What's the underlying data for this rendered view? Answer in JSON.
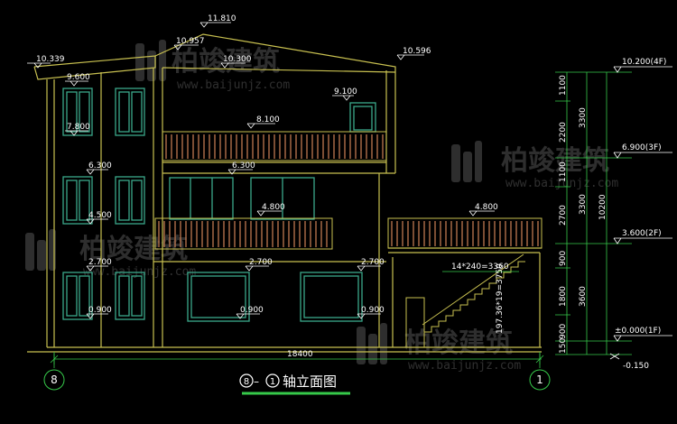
{
  "title": {
    "axis_from": "8",
    "dash": "–",
    "axis_to": "1",
    "suffix": "轴立面图"
  },
  "axis_bubbles": {
    "left": "8",
    "right": "1"
  },
  "roof_elevations": [
    "10.339",
    "11.810",
    "10.957",
    "10.300",
    "10.596",
    "9.100"
  ],
  "window_elevations": [
    "9.600",
    "7.800",
    "8.100",
    "6.300",
    "6.300",
    "4.500",
    "4.800",
    "4.800",
    "2.700",
    "2.700",
    "2.700",
    "0.900",
    "0.900",
    "0.900"
  ],
  "overall_width": "18400",
  "stair_labels": {
    "horizontal": "14*240=3360",
    "vertical": "197.36*19=3750"
  },
  "right_levels": [
    {
      "value": "10.200(4F)"
    },
    {
      "value": "6.900(3F)"
    },
    {
      "value": "3.600(2F)"
    },
    {
      "value": "±0.000(1F)"
    },
    {
      "value": "-0.150"
    }
  ],
  "vertical_dims": {
    "col1": [
      "1100",
      "2200",
      "1100",
      "2700",
      "900",
      "1800",
      "900",
      "150"
    ],
    "col2": [
      "3300",
      "3300",
      "3600"
    ],
    "col3": [
      "10200"
    ]
  },
  "watermark": {
    "brand": "柏竣建筑",
    "url": "www.baijunjz.com"
  },
  "colors": {
    "wall": "#c8c050",
    "window": "#3aa88a",
    "railing": "#c07850",
    "dim": "#36c94a",
    "text": "#ffffff"
  }
}
